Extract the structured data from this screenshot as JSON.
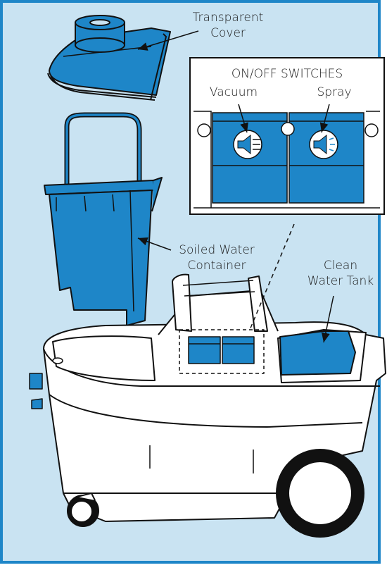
{
  "labels": {
    "cover_line1": "Transparent",
    "cover_line2": "Cover",
    "switches_title": "ON/OFF SWITCHES",
    "vacuum": "Vacuum",
    "spray": "Spray",
    "soiled_line1": "Soiled Water",
    "soiled_line2": "Container",
    "clean_line1": "Clean",
    "clean_line2": "Water Tank"
  },
  "colors": {
    "panel_background": "#c9e3f2",
    "panel_border": "#1e86c8",
    "part_blue": "#1e86c8",
    "outline": "#111111"
  }
}
